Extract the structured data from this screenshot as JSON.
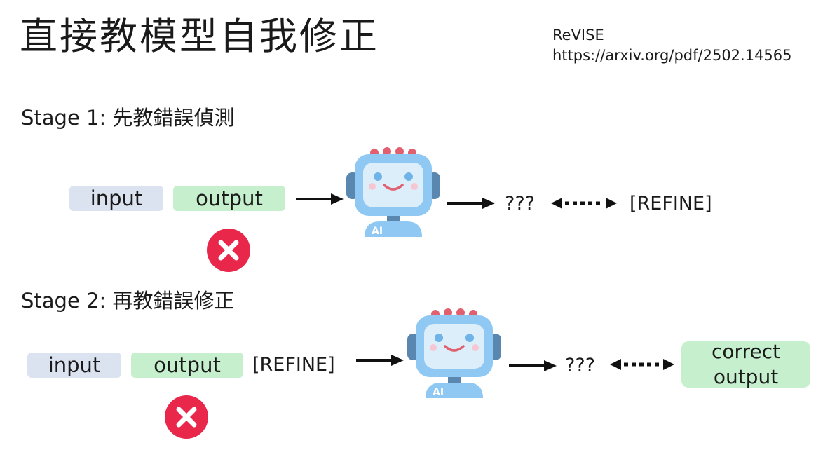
{
  "slide": {
    "title": "直接教模型自我修正",
    "reference": {
      "name": "ReVISE",
      "url": "https://arxiv.org/pdf/2502.14565"
    }
  },
  "stage1": {
    "label": "Stage 1: 先教錯誤偵測",
    "input_label": "input",
    "output_label": "output",
    "result_label": "???",
    "target_label": "[REFINE]"
  },
  "stage2": {
    "label": "Stage 2: 再教錯誤修正",
    "input_label": "input",
    "output_label": "output",
    "refine_token": "[REFINE]",
    "result_label": "???",
    "target_line1": "correct",
    "target_line2": "output"
  },
  "robot": {
    "badge": "AI"
  },
  "colors": {
    "input_bg": "#dce3f0",
    "output_bg": "#c5efcd",
    "wrong_mark": "#e8274b",
    "robot_body": "#8fc8f2",
    "robot_screen": "#ddeefb",
    "robot_bulbs": "#e06070",
    "robot_ears": "#5a87b0"
  },
  "icons": [
    "robot-icon",
    "wrong-x-icon",
    "arrow-right-icon",
    "dotted-double-arrow-icon"
  ]
}
